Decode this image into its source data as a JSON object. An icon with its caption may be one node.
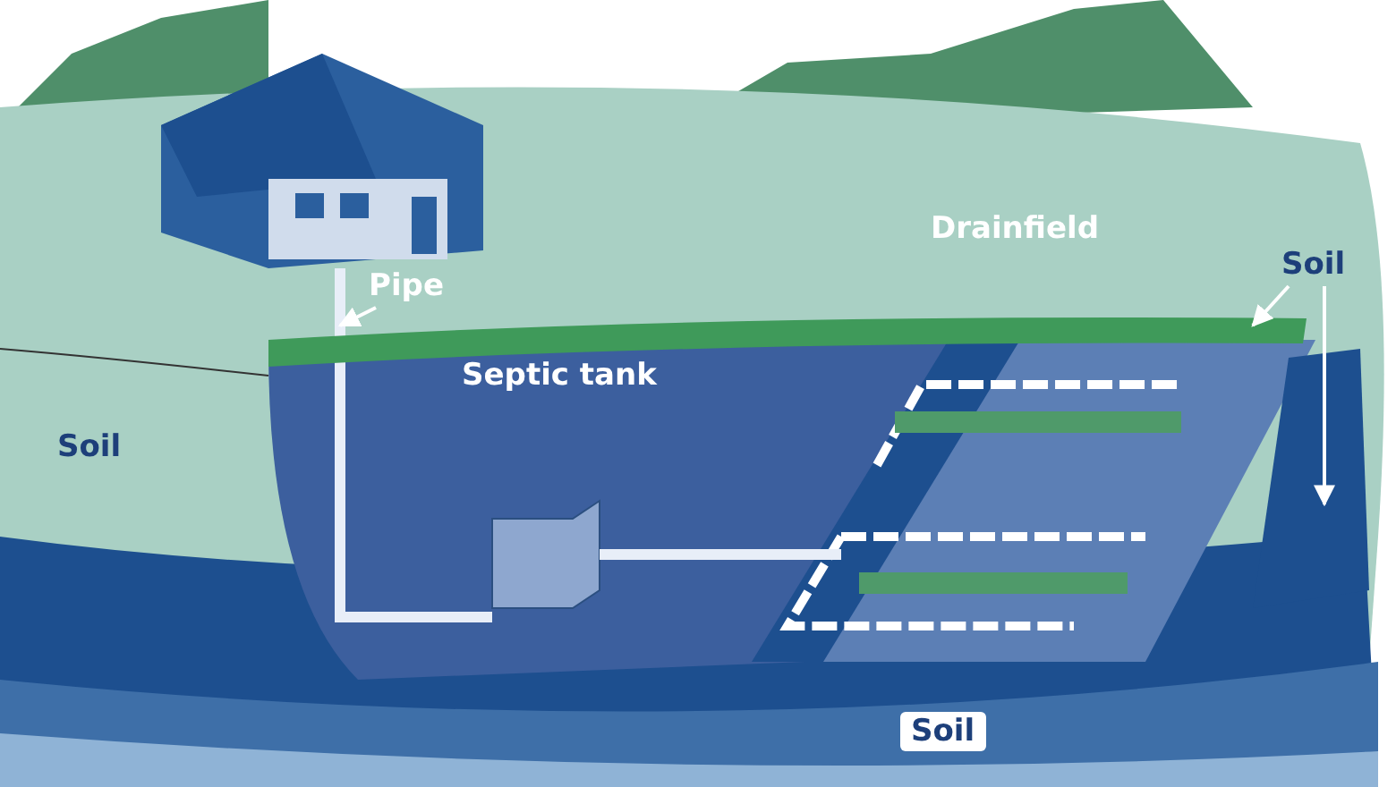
{
  "diagram": {
    "nodes": [
      {
        "text": [
          "Pipe"
        ]
      },
      {
        "text": [],
        "shape": "picture"
      },
      {
        "text": [
          "Soil"
        ]
      },
      {
        "text": [],
        "shape": "picture"
      },
      {
        "text": [],
        "shape": "picture"
      }
    ],
    "edges": [
      {
        "from": 0,
        "to": 1,
        "arrow": "to"
      },
      {
        "from": 2,
        "to": 3,
        "arrow": "to"
      },
      {
        "from": 2,
        "to": 4,
        "arrow": "to"
      }
    ],
    "labels": [
      "Drainfield",
      "Septic tank",
      "Soil",
      "Soil"
    ]
  }
}
